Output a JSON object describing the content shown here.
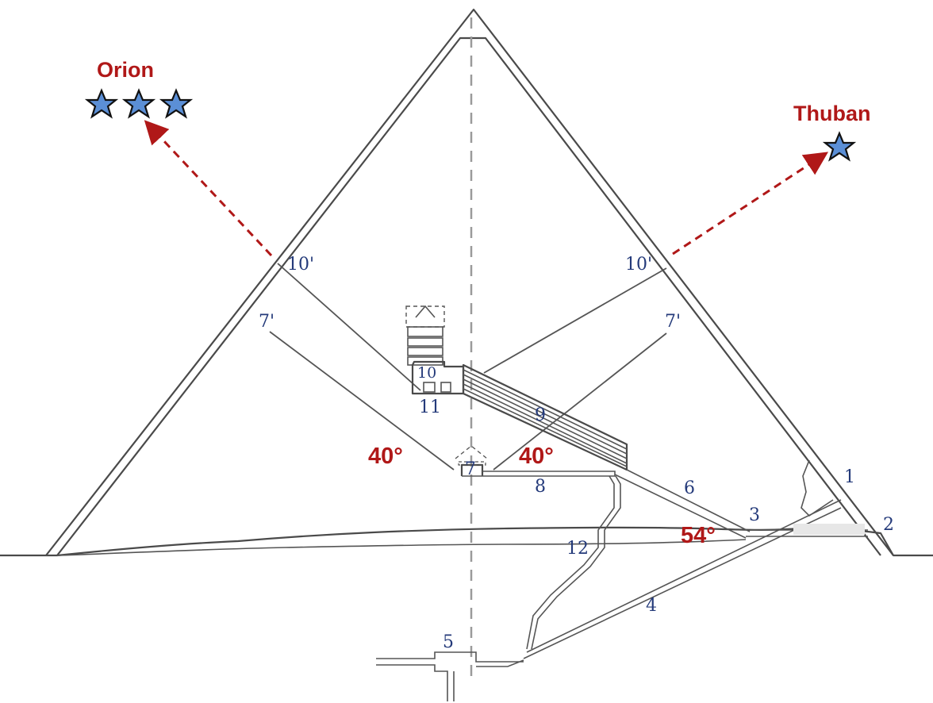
{
  "stars": {
    "orion_label": "Orion",
    "thuban_label": "Thuban",
    "color": "#b01818",
    "star_fill": "#5b8fd6"
  },
  "angles": {
    "left": "40°",
    "center": "40°",
    "entrance": "54°"
  },
  "labels": {
    "n1": "1",
    "n2": "2",
    "n3": "3",
    "n4": "4",
    "n5": "5",
    "n6": "6",
    "n7": "7",
    "n8": "8",
    "n9": "9",
    "n10": "10",
    "n11": "11",
    "n12": "12",
    "n10p_left": "10'",
    "n10p_right": "10'",
    "n7p_left": "7'",
    "n7p_right": "7'"
  },
  "colors": {
    "outline": "#4a4a4a",
    "label_blue": "#243a7a",
    "arrow_red": "#b01818"
  }
}
